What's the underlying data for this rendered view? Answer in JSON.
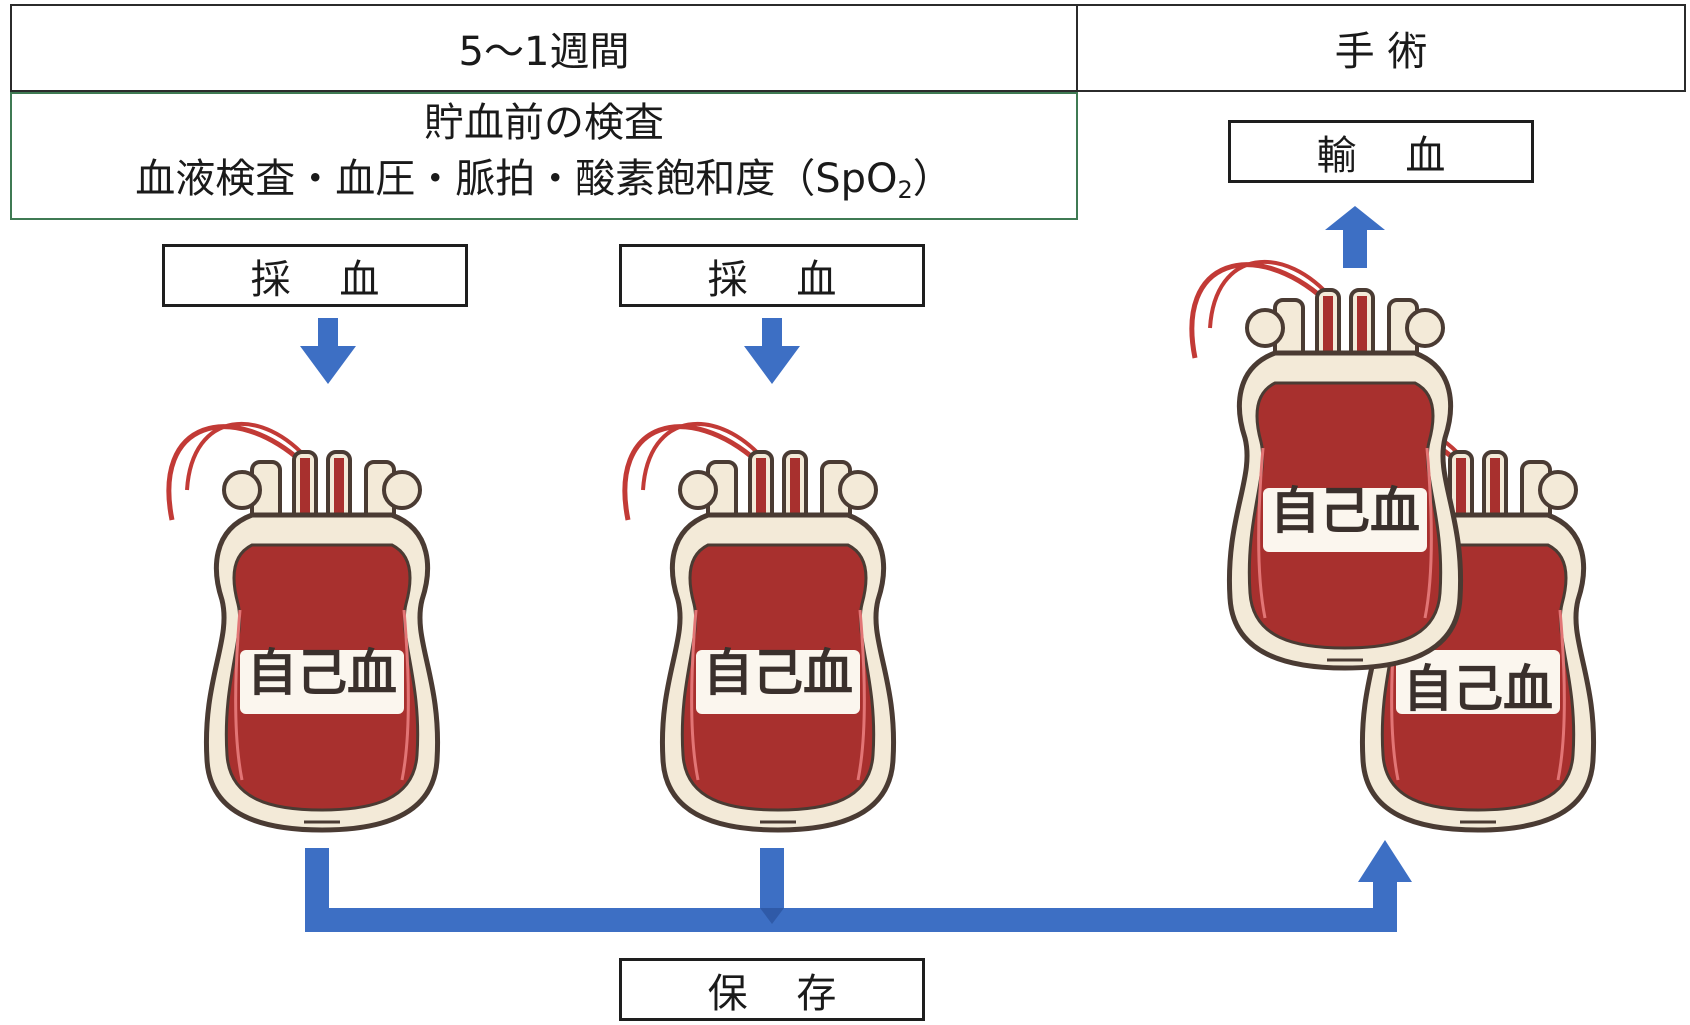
{
  "header": {
    "period": "5～1週間",
    "surgery": "手 術"
  },
  "pre_check": {
    "line1": "貯血前の検査",
    "line2_main": "血液検査・血圧・脈拍・酸素飽和度（SpO",
    "line2_sub": "2",
    "line2_end": "）"
  },
  "steps": {
    "collect_1": "採 血",
    "collect_2": "採 血",
    "transfusion": "輸 血",
    "storage": "保 存"
  },
  "bags": {
    "label_1": "自己血",
    "label_2": "自己血",
    "label_3": "自己血",
    "label_4": "自己血"
  },
  "colors": {
    "arrow": "#3d6fc4",
    "blood": "#a8302e",
    "bag_outline": "#4a3b33",
    "bag_fill": "#f3ead8",
    "check_border": "#3f7a53"
  }
}
